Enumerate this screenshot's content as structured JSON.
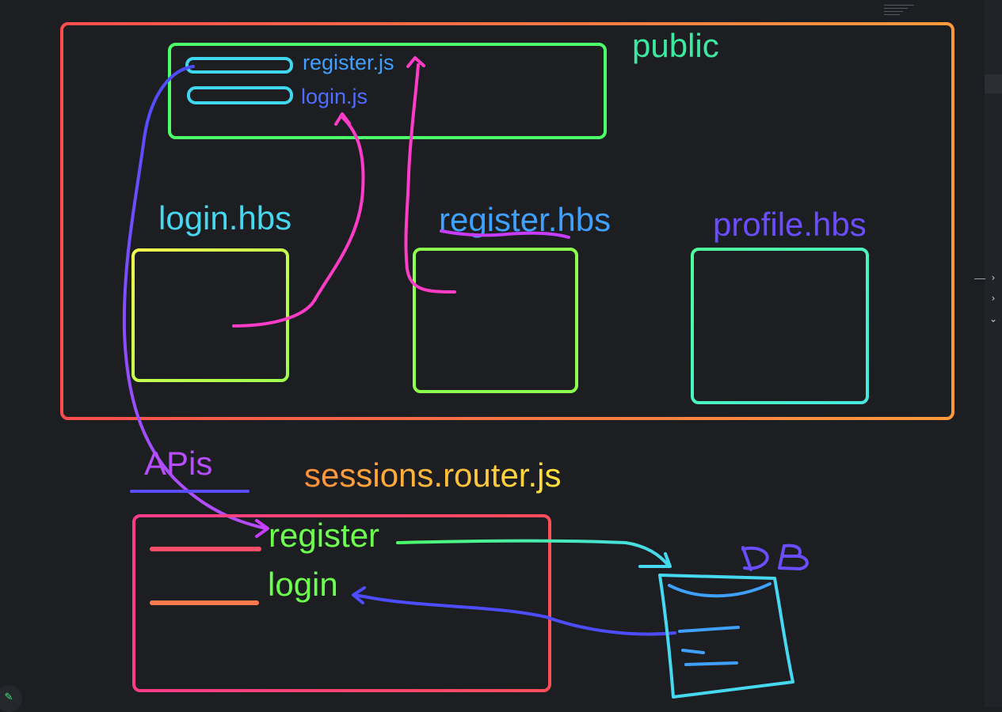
{
  "labels": {
    "public": "public",
    "register_js": "register.js",
    "login_js": "login.js",
    "login_hbs": "login.hbs",
    "register_hbs": "register.hbs",
    "profile_hbs": "profile.hbs",
    "apis": "APis",
    "sessions_router": "sessions.router.js",
    "register": "register",
    "login": "login",
    "db": "DB"
  },
  "colors": {
    "background": "#1c1e21",
    "public_box_start": "#ff4d4d",
    "public_box_end": "#ff9a3c",
    "public_label": "#3ee8a0",
    "js_box": "#4cff6a",
    "register_js_text": "#3fa0ff",
    "login_js_text": "#4f6dff",
    "login_hbs_text": "#46d8f0",
    "register_hbs_text": "#3fa0ff",
    "profile_hbs_text": "#6a4dff",
    "apis_text": "#b64dff",
    "sessions_text_start": "#ff9a3c",
    "sessions_text_end": "#ffe23c",
    "router_box_start": "#ff3c8a",
    "router_box_end": "#ff5a4d",
    "route_text": "#6cff4d",
    "db_outline": "#46d8f0",
    "db_label": "#6a4dff",
    "pink_arrow": "#ff3cc8",
    "blue_arrow": "#4d4dff"
  },
  "icons": [
    "chevron-right-icon",
    "chevron-right-icon",
    "chevron-down-icon",
    "pencil-icon"
  ]
}
